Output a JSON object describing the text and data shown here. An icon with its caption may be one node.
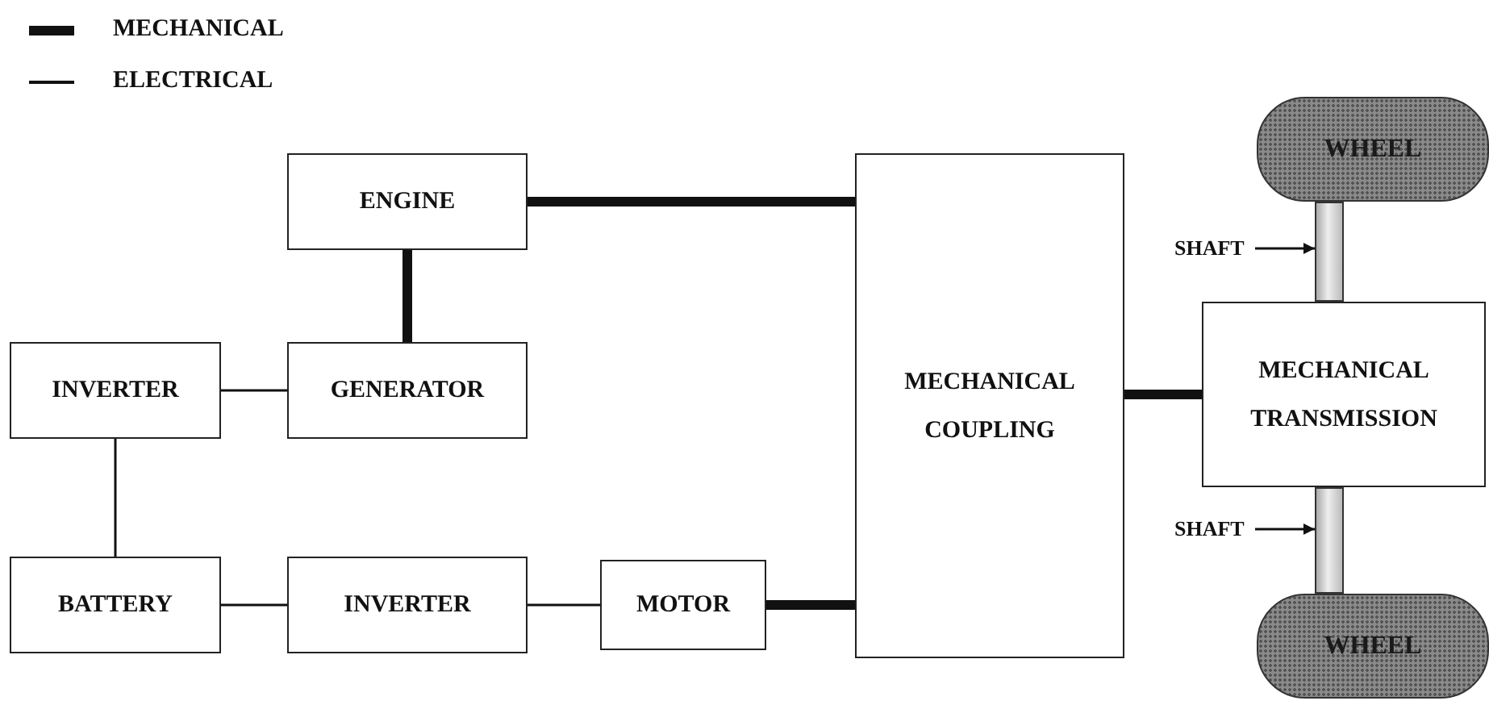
{
  "diagram": {
    "nodes": [
      {
        "text": [
          "ENGINE"
        ]
      },
      {
        "text": [
          "INVERTER"
        ]
      },
      {
        "text": [
          "GENERATOR"
        ]
      },
      {
        "text": [
          "BATTERY"
        ]
      },
      {
        "text": [
          "INVERTER"
        ]
      },
      {
        "text": [
          "MOTOR"
        ]
      },
      {
        "text": [
          "MECHANICAL COUPLING"
        ]
      },
      {
        "text": [
          "MECHANICAL TRANSMISSION"
        ]
      },
      {
        "text": [
          "WHEEL"
        ]
      },
      {
        "text": [
          "WHEEL"
        ]
      },
      {
        "text": [
          "SHAFT"
        ]
      },
      {
        "text": [],
        "shape": "bar"
      },
      {
        "text": [
          "SHAFT"
        ]
      },
      {
        "text": [],
        "shape": "bar"
      }
    ],
    "edges": [
      {
        "from": 0,
        "to": 6,
        "arrow": "none",
        "style": "thick"
      },
      {
        "from": 0,
        "to": 2,
        "arrow": "none",
        "style": "thick"
      },
      {
        "from": 1,
        "to": 2,
        "arrow": "none"
      },
      {
        "from": 1,
        "to": 3,
        "arrow": "none"
      },
      {
        "from": 3,
        "to": 4,
        "arrow": "none"
      },
      {
        "from": 4,
        "to": 5,
        "arrow": "none"
      },
      {
        "from": 5,
        "to": 6,
        "arrow": "none",
        "style": "thick"
      },
      {
        "from": 6,
        "to": 7,
        "arrow": "none",
        "style": "thick"
      },
      {
        "from": 10,
        "to": 11,
        "arrow": "to"
      },
      {
        "from": 12,
        "to": 13,
        "arrow": "to"
      }
    ],
    "legend": [
      {
        "text": "MECHANICAL"
      },
      {
        "text": "ELECTRICAL"
      }
    ]
  }
}
